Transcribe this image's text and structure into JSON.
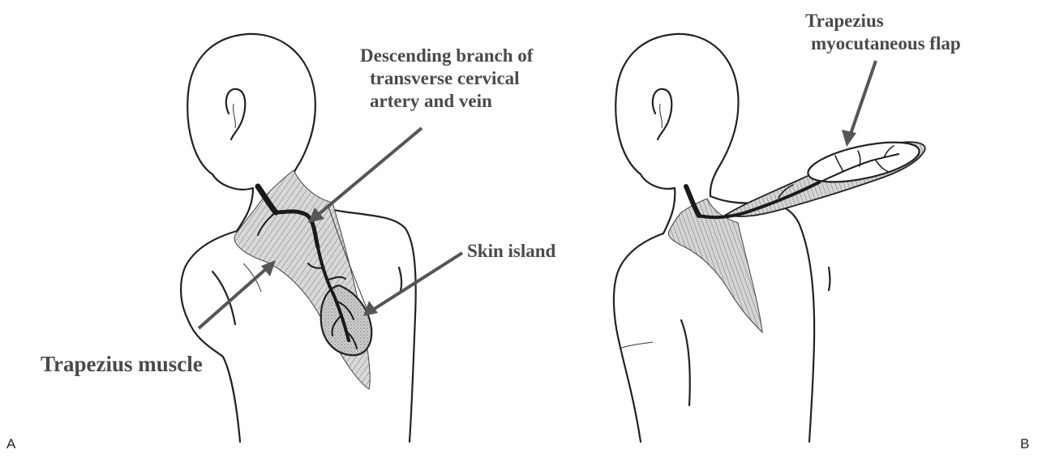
{
  "panel_a": {
    "letter": "A",
    "labels": {
      "vessel_line1": "Descending branch of",
      "vessel_line2": "transverse cervical",
      "vessel_line3": "artery and vein",
      "skin_island": "Skin island",
      "trapezius_muscle": "Trapezius muscle"
    }
  },
  "panel_b": {
    "letter": "B",
    "labels": {
      "flap_line1": "Trapezius",
      "flap_line2": "myocutaneous flap"
    }
  },
  "colors": {
    "ink": "#222222",
    "label_text": "#4a4a4a",
    "arrow": "#555555",
    "muscle_shading": "#9a9a9a"
  }
}
